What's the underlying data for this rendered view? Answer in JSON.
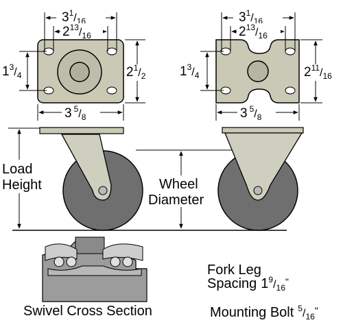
{
  "plate_swivel": {
    "outer_width": {
      "whole": "3",
      "num": "1",
      "den": "16"
    },
    "inner_width": {
      "whole": "2",
      "num": "13",
      "den": "16"
    },
    "left_height": {
      "whole": "1",
      "num": "3",
      "den": "4"
    },
    "right_height": {
      "whole": "2",
      "num": "1",
      "den": "2"
    },
    "bottom_width": {
      "whole": "3",
      "num": "5",
      "den": "8"
    }
  },
  "plate_rigid": {
    "outer_width": {
      "whole": "3",
      "num": "1",
      "den": "16"
    },
    "inner_width": {
      "whole": "2",
      "num": "13",
      "den": "16"
    },
    "left_height": {
      "whole": "1",
      "num": "3",
      "den": "4"
    },
    "right_height": {
      "whole": "2",
      "num": "11",
      "den": "16"
    },
    "bottom_width": {
      "whole": "3",
      "num": "5",
      "den": "8"
    }
  },
  "load_height_label": [
    "Load",
    "Height"
  ],
  "wheel_diameter_label": [
    "Wheel",
    "Diameter"
  ],
  "swivel_caption": "Swivel Cross Section",
  "fork_leg": {
    "line1": "Fork Leg",
    "line2": "Spacing",
    "value": {
      "whole": "1",
      "num": "9",
      "den": "16",
      "unit": "\""
    }
  },
  "mounting_bolt": {
    "label": "Mounting Bolt",
    "value": {
      "num": "5",
      "den": "16",
      "unit": "\""
    }
  },
  "colors": {
    "plate": "#c9c9b6",
    "wheel": "#6f6f6f",
    "fork": "#cfcfc0",
    "line": "#000000",
    "hole": "#ffffff"
  }
}
